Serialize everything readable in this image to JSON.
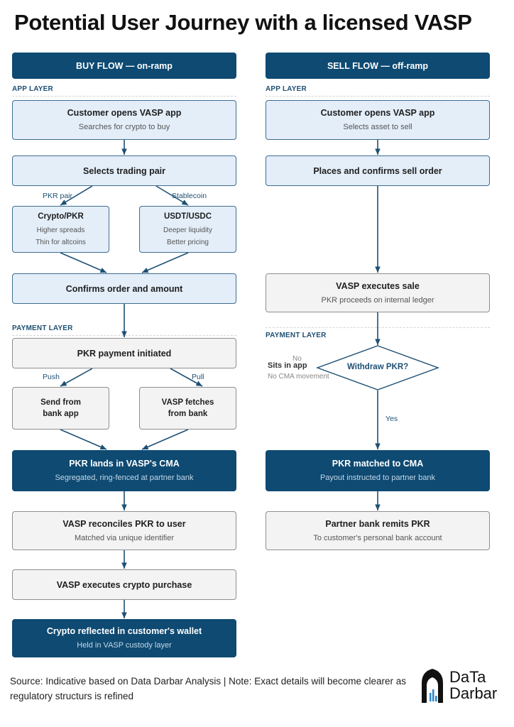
{
  "title": "Potential User Journey with a licensed VASP",
  "buy": {
    "header": "BUY FLOW — on-ramp",
    "app_layer": "APP LAYER",
    "payment_layer": "PAYMENT LAYER",
    "step1": {
      "title": "Customer opens VASP app",
      "sub": "Searches for crypto to buy"
    },
    "step2": {
      "title": "Selects trading pair"
    },
    "label_pkr_pair": "PKR pair",
    "label_stablecoin": "Stablecoin",
    "crypto_pkr": {
      "title": "Crypto/PKR",
      "line1": "Higher spreads",
      "line2": "Thin for altcoins"
    },
    "usdt": {
      "title": "USDT/USDC",
      "line1": "Deeper liquidity",
      "line2": "Better pricing"
    },
    "confirm": {
      "title": "Confirms order and amount"
    },
    "payment_init": {
      "title": "PKR payment initiated"
    },
    "label_push": "Push",
    "label_pull": "Pull",
    "send_bank": {
      "line1": "Send from",
      "line2": "bank app"
    },
    "vasp_fetch": {
      "line1": "VASP fetches",
      "line2": "from bank"
    },
    "lands": {
      "title": "PKR lands in VASP's CMA",
      "sub": "Segregated, ring-fenced at partner bank"
    },
    "reconcile": {
      "title": "VASP reconciles PKR to user",
      "sub": "Matched via unique identifier"
    },
    "executes": {
      "title": "VASP executes crypto purchase"
    },
    "wallet": {
      "title": "Crypto reflected in customer's wallet",
      "sub": "Held in VASP custody layer"
    }
  },
  "sell": {
    "header": "SELL FLOW — off-ramp",
    "app_layer": "APP LAYER",
    "payment_layer": "PAYMENT LAYER",
    "step1": {
      "title": "Customer opens VASP app",
      "sub": "Selects asset to sell"
    },
    "step2": {
      "title": "Places and confirms sell order"
    },
    "executes": {
      "title": "VASP executes sale",
      "sub": "PKR proceeds on internal ledger"
    },
    "decision": "Withdraw PKR?",
    "label_no": "No",
    "label_yes": "Yes",
    "sits": "Sits in app",
    "no_cma": "No CMA movement",
    "matched": {
      "title": "PKR matched to CMA",
      "sub": "Payout instructed to partner bank"
    },
    "remits": {
      "title": "Partner bank remits PKR",
      "sub": "To customer's personal bank account"
    }
  },
  "footer": {
    "source": "Source: Indicative based on Data Darbar Analysis | Note: Exact details will become clearer as regulatory structurs is refined"
  },
  "logo": {
    "line1": "DaTa",
    "line2": "Darbar"
  },
  "colors": {
    "navy": "#0e4a72",
    "app_fill": "#e3eef9",
    "pay_fill": "#f3f3f3"
  }
}
